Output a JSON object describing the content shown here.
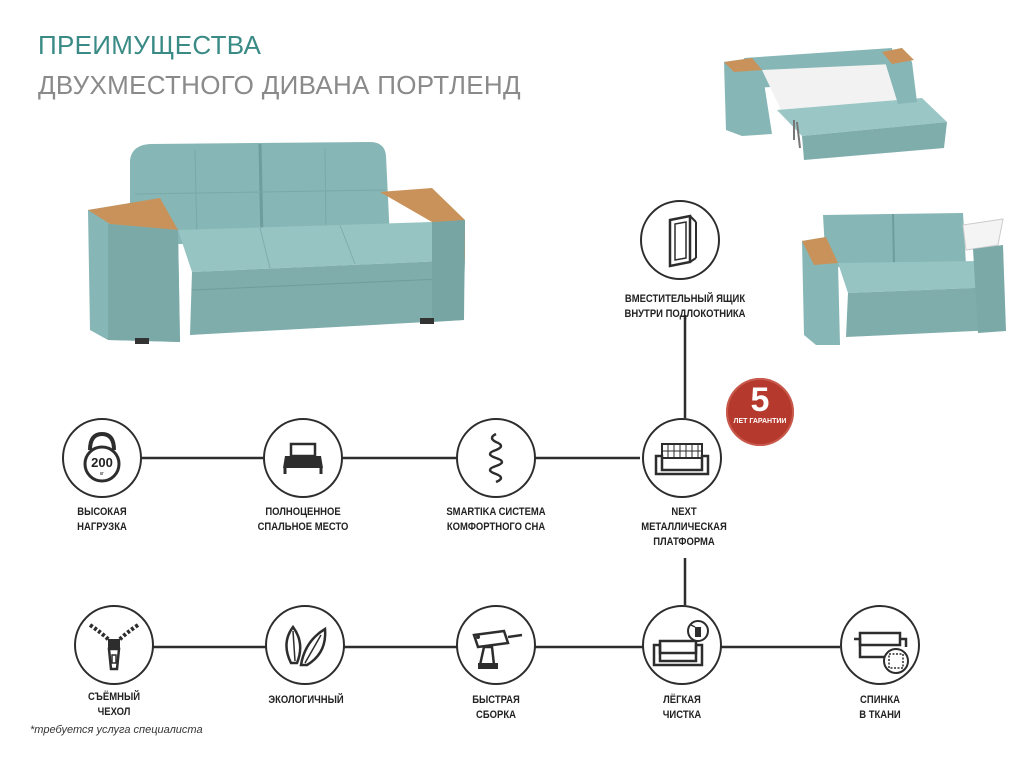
{
  "header": {
    "title_line1": "ПРЕИМУЩЕСТВА",
    "title_line2": "ДВУХМЕСТНОГО ДИВАНА ПОРТЛЕНД"
  },
  "colors": {
    "accent": "#3a8b86",
    "subtitle": "#8a8a8a",
    "sofa": "#8fbcbb",
    "wood": "#c8925a",
    "badge": "#b5392c"
  },
  "badge": {
    "number": "5",
    "text": "ЛЕТ ГАРАНТИИ"
  },
  "features": {
    "storage": {
      "icon": "armrest-storage-icon",
      "label": "ВМЕСТИТЕЛЬНЫЙ ЯЩИК\nВНУТРИ ПОДЛОКОТНИКА"
    },
    "load": {
      "icon": "kettlebell-icon",
      "icon_value": "200",
      "icon_unit": "кг",
      "label": "ВЫСОКАЯ\nНАГРУЗКА"
    },
    "sleep": {
      "icon": "bed-icon",
      "label": "ПОЛНОЦЕННОЕ\nСПАЛЬНОЕ МЕСТО"
    },
    "spring": {
      "icon": "spring-icon",
      "label": "SMARTIKA СИСТЕМА\nКОМФОРТНОГО СНА"
    },
    "platform": {
      "icon": "metal-platform-icon",
      "label": "NEXT\nМЕТАЛЛИЧЕСКАЯ\nПЛАТФОРМА"
    },
    "cover": {
      "icon": "zipper-icon",
      "label": "СЪЁМНЫЙ\nЧЕХОЛ"
    },
    "eco": {
      "icon": "leaf-icon",
      "label": "ЭКОЛОГИЧНЫЙ"
    },
    "assembly": {
      "icon": "drill-icon",
      "label": "БЫСТРАЯ\nСБОРКА"
    },
    "cleaning": {
      "icon": "sofa-spray-icon",
      "label": "ЛЁГКАЯ\nЧИСТКА"
    },
    "back": {
      "icon": "fabric-back-icon",
      "label": "СПИНКА\nВ ТКАНИ"
    }
  },
  "footnote": "*требуется услуга специалиста"
}
